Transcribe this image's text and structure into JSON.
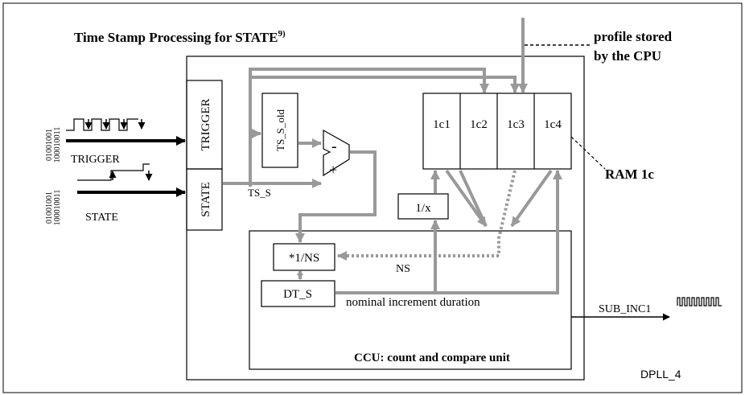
{
  "title": "Time Stamp Processing for STATE",
  "title_sup": "9)",
  "profile_note_line1": "profile stored",
  "profile_note_line2": "by the CPU",
  "input_bits_a": "01001001",
  "input_bits_b": "100010011",
  "trigger_label": "TRIGGER",
  "state_label": "STATE",
  "trigger_box_label": "TRIGGER",
  "state_box_label": "STATE",
  "ts_s_old_label": "TS_S_old",
  "ts_s_label": "TS_S",
  "minus_sign": "-",
  "plus_sign": "+",
  "ram_cells": [
    "1c1",
    "1c2",
    "1c3",
    "1c4"
  ],
  "ram_label": "RAM 1c",
  "recip_label": "1/x",
  "mult_label": "*1/NS",
  "ns_label": "NS",
  "dt_s_label": "DT_S",
  "nominal_label": "nominal increment duration",
  "sub_inc_label": "SUB_INC1",
  "ccu_label": "CCU: count and compare unit",
  "figure_id": "DPLL_4",
  "colors": {
    "arrow_gray": "#999999",
    "line_black": "#000000"
  }
}
